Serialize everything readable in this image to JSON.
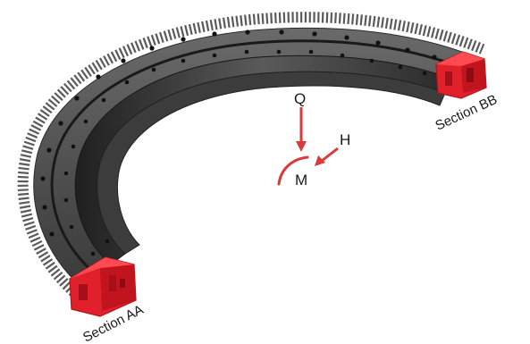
{
  "labels": {
    "section_aa": "Section AA",
    "section_bb": "Section BB",
    "load_q": "Q",
    "load_h": "H",
    "load_m": "M"
  },
  "colors": {
    "ring_dark": "#2b2b2b",
    "ring_mid": "#4a4a4a",
    "ring_light": "#777777",
    "gear_teeth": "#555555",
    "section_red": "#e0202a",
    "section_red_dark": "#b3121b",
    "arrow_red": "#d93a3a",
    "hole": "#111111"
  },
  "icons": {
    "section_aa_block": "section-cut-block",
    "section_bb_block": "section-cut-block",
    "force_q": "arrow-down",
    "force_h": "arrow-down-left",
    "moment_m": "curved-arc"
  }
}
